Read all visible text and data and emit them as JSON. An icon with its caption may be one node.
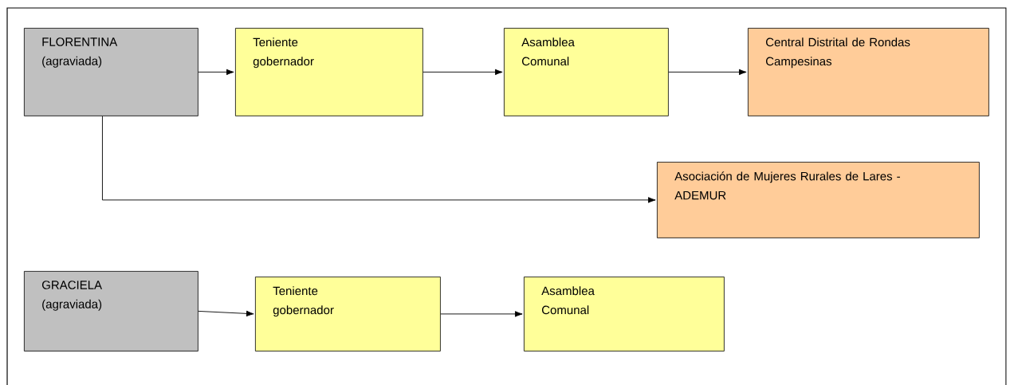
{
  "diagram": {
    "nodes": [
      {
        "text": [
          "FLORENTINA (agraviada)"
        ]
      },
      {
        "text": [
          "Teniente gobernador"
        ]
      },
      {
        "text": [
          "Asamblea Comunal"
        ]
      },
      {
        "text": [
          "Central Distrital de Rondas Campesinas"
        ]
      },
      {
        "text": [
          "Asociación de Mujeres Rurales de Lares - ADEMUR"
        ]
      },
      {
        "text": [
          "GRACIELA (agraviada)"
        ]
      },
      {
        "text": [
          "Teniente gobernador"
        ]
      },
      {
        "text": [
          "Asamblea Comunal"
        ]
      }
    ],
    "edges": [
      {
        "from": 0,
        "to": 1,
        "arrow": "to"
      },
      {
        "from": 1,
        "to": 2,
        "arrow": "to"
      },
      {
        "from": 2,
        "to": 3,
        "arrow": "to"
      },
      {
        "from": 0,
        "to": 4,
        "arrow": "to"
      },
      {
        "from": 5,
        "to": 6,
        "arrow": "to"
      },
      {
        "from": 6,
        "to": 7,
        "arrow": "to"
      }
    ]
  }
}
